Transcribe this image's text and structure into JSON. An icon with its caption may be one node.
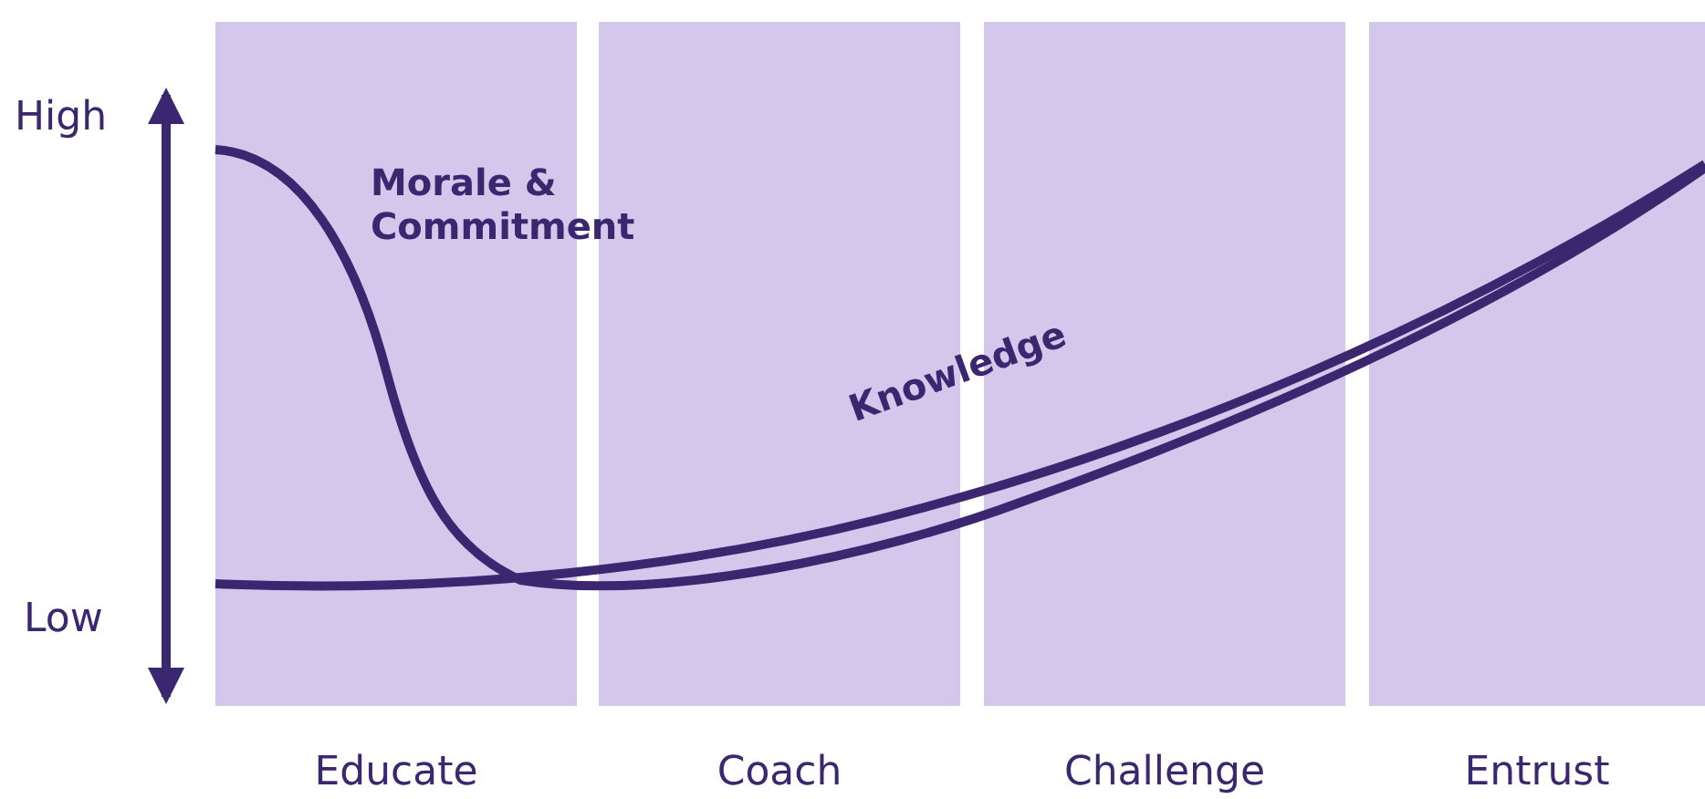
{
  "diagram": {
    "nodes": [
      {
        "text": [
          "Educate"
        ]
      },
      {
        "text": [
          "Coach"
        ]
      },
      {
        "text": [
          "Challenge"
        ]
      },
      {
        "text": [
          "Entrust"
        ]
      }
    ],
    "labels": [
      "High",
      "Low",
      "Morale & Commitment",
      "Knowledge"
    ]
  }
}
